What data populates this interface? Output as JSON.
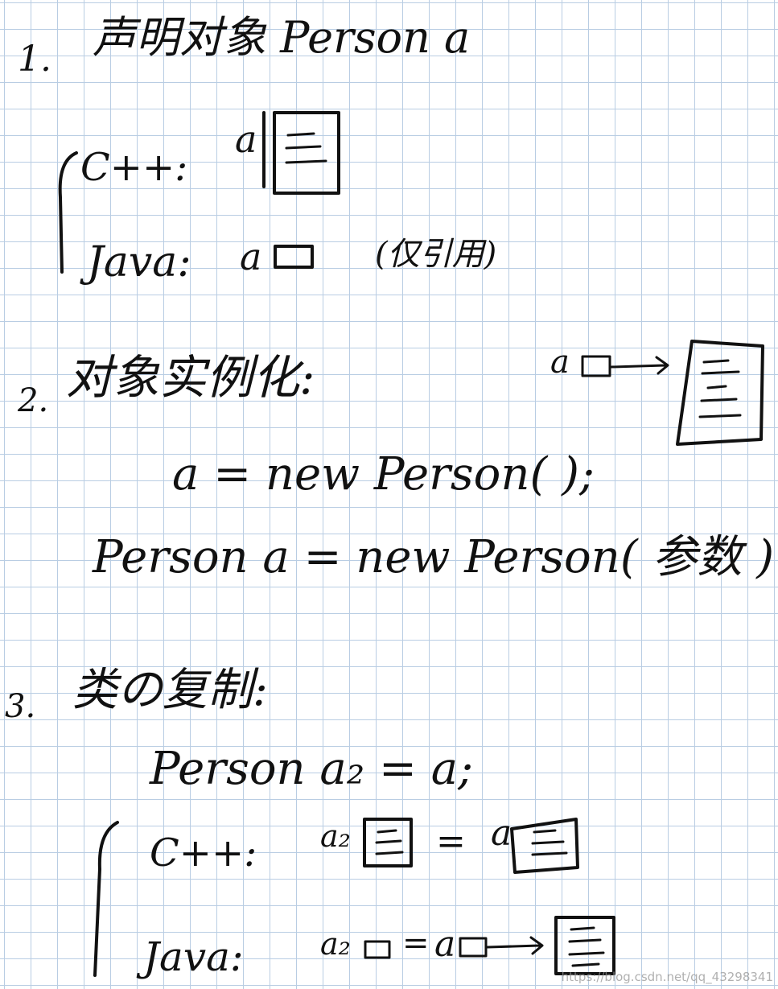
{
  "note": {
    "s1": {
      "num": "1.",
      "title": "声明对象 Person a",
      "cpp_label": "C++:",
      "cpp_var": "a",
      "java_label": "Java:",
      "java_var": "a",
      "java_note": "(仅引用)"
    },
    "s2": {
      "num": "2.",
      "title": "对象实例化:",
      "diagram_var": "a",
      "line1": "a = new Person( );",
      "line2": "Person a = new Person( 参数 )"
    },
    "s3": {
      "num": "3.",
      "title": "类の复制:",
      "code": "Person a₂ = a;",
      "cpp_label": "C++:",
      "cpp_left": "a₂",
      "cpp_eq": "=",
      "cpp_right": "a",
      "java_label": "Java:",
      "java_left": "a₂",
      "java_eq": "=",
      "java_right": "a"
    }
  },
  "watermark": "https://blog.csdn.net/qq_43298341"
}
